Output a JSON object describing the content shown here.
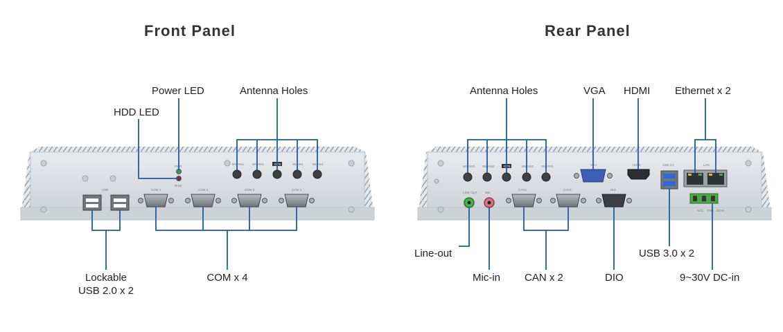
{
  "front": {
    "title": "Front Panel",
    "labels": {
      "power_led": "Power LED",
      "hdd_led": "HDD LED",
      "antenna_holes": "Antenna Holes",
      "usb": "Lockable\nUSB 2.0 x 2",
      "com": "COM x 4"
    },
    "silk": {
      "usb": "USB",
      "pwr": "PWR",
      "disk": "DISK",
      "com4": "COM 4",
      "com3": "COM 3",
      "com2": "COM 2",
      "com1": "COM 1",
      "ant": [
        "WWAN1",
        "WWAN1",
        "GPS",
        "WLAN1",
        "WLAN1"
      ]
    }
  },
  "rear": {
    "title": "Rear Panel",
    "labels": {
      "antenna_holes": "Antenna Holes",
      "vga": "VGA",
      "hdmi": "HDMI",
      "ethernet": "Ethernet x 2",
      "line_out": "Line-out",
      "mic_in": "Mic-in",
      "can": "CAN x 2",
      "dio": "DIO",
      "usb3": "USB 3.0 x 2",
      "dc_in": "9~30V DC-in"
    },
    "silk": {
      "line_out": "LINE OUT",
      "mic": "MIC",
      "can2": "CAN2",
      "can1": "CAN1",
      "dio": "DIO",
      "vga": "VGA",
      "hdmi": "HDMI",
      "usb3": "USB 3.0",
      "lan": "LAN",
      "acc": "ACC",
      "gnd": "GND",
      "dcin": "DCIN",
      "ant": [
        "WWAN2",
        "WWAN2",
        "GPS",
        "WWAN2",
        "WWAN2"
      ]
    }
  },
  "colors": {
    "line": "#1e5aa8",
    "chassis": "#dadee3",
    "port_gray": "#8d959b",
    "vga_blue": "#3b5fb5",
    "usb3_blue": "#2d6ad8",
    "audio_green": "#41b44a",
    "audio_pink": "#d96f86",
    "terminal_green": "#4fa64a"
  }
}
